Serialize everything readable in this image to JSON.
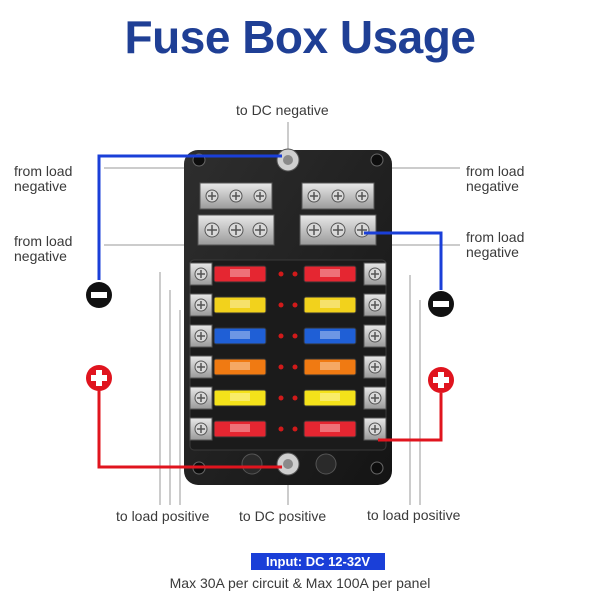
{
  "title": "Fuse Box Usage",
  "labels": {
    "dc_negative": "to DC negative",
    "from_load_tl_1": "from load",
    "from_load_tl_2": "negative",
    "from_load_ml_1": "from load",
    "from_load_ml_2": "negative",
    "from_load_tr_1": "from load",
    "from_load_tr_2": "negative",
    "from_load_mr_1": "from load",
    "from_load_mr_2": "negative",
    "load_positive_left": "to load positive",
    "dc_positive": "to DC positive",
    "load_positive_right": "to load positive"
  },
  "input_badge": "Input: DC 12-32V",
  "footnote": "Max 30A per circuit & Max 100A per panel",
  "colors": {
    "title": "#1f3f95",
    "negative_wire": "#1a3fd8",
    "positive_wire": "#e0141e",
    "negative_symbol": "#111111",
    "positive_symbol": "#e0141e",
    "fuse_left": [
      "#e52631",
      "#f2d21c",
      "#1f5fd6",
      "#f07a12",
      "#f4e21a",
      "#e52631"
    ],
    "fuse_right": [
      "#e52631",
      "#f2d21c",
      "#1f5fd6",
      "#f07a12",
      "#f4e21a",
      "#e52631"
    ]
  },
  "icons": {
    "negative": "minus-circle-icon",
    "positive": "plus-circle-icon"
  }
}
